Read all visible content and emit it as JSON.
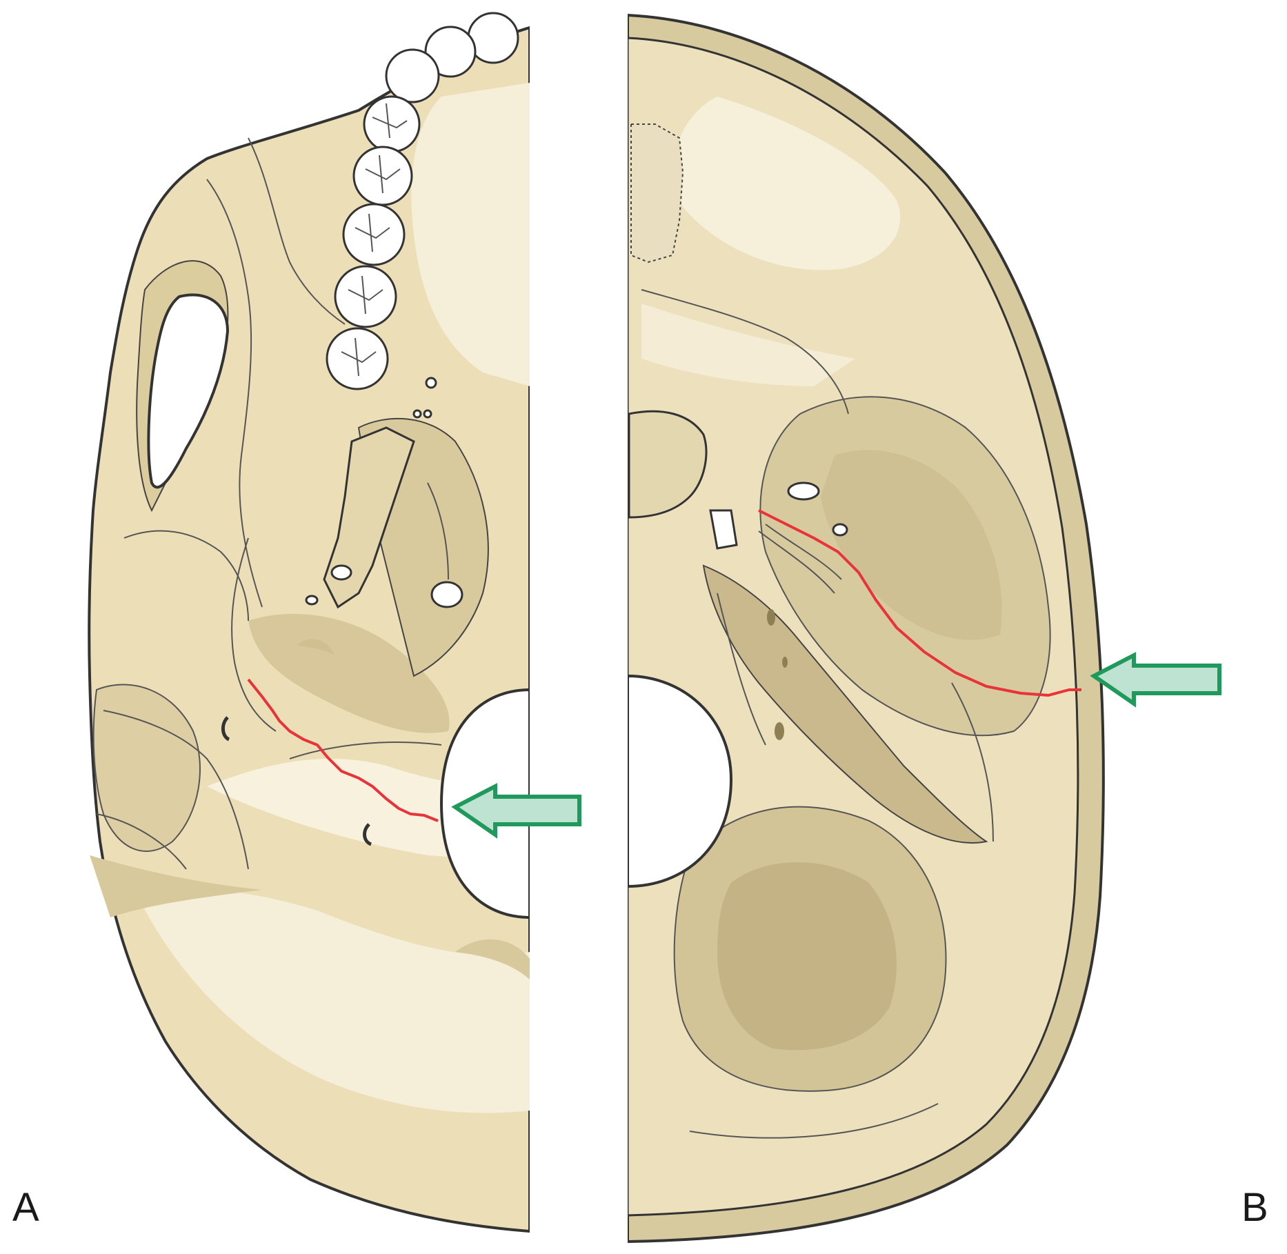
{
  "panels": [
    {
      "id": "A",
      "label": "A"
    },
    {
      "id": "B",
      "label": "B"
    }
  ],
  "colors": {
    "bone_light": "#f2ead3",
    "bone_mid": "#e6d9b3",
    "bone_dark": "#d4c49b",
    "bone_shadow": "#c7b68a",
    "outline": "#333333",
    "fracture_line": "#e8333a",
    "arrow_fill": "#bfe3d3",
    "arrow_stroke": "#1f9a5b"
  }
}
